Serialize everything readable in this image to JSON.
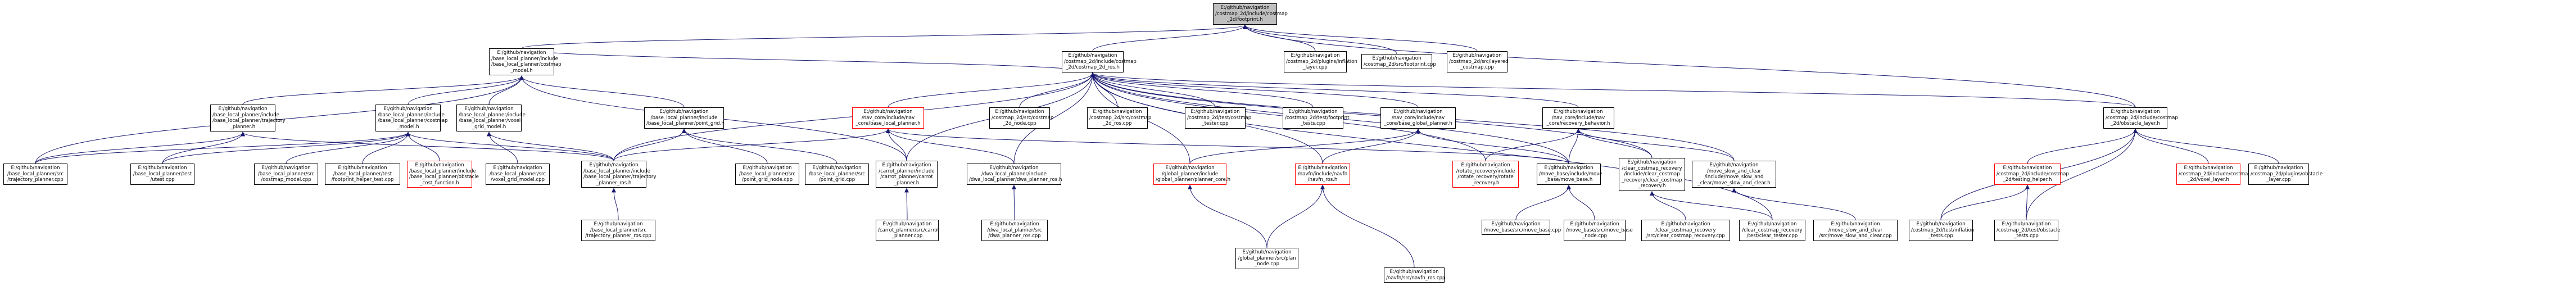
{
  "colors": {
    "edge": "#191970",
    "edge_secondary": "#000000",
    "node_border": "#000000",
    "node_border_missing": "#ff0000",
    "root_fill": "#bfbfbf"
  },
  "nodes": {
    "root": [
      "E:/github/navigation",
      "/costmap_2d/include/costmap",
      "_2d/footprint.h"
    ],
    "blp_model": [
      "E:/github/navigation",
      "/base_local_planner/include",
      "/base_local_planner/costmap",
      "_model.h"
    ],
    "cm_costmap_2d_ros": [
      "E:/github/navigation",
      "/costmap_2d/include/costmap",
      "_2d/costmap_2d_ros.h"
    ],
    "inflation_layer_cpp": [
      "E:/github/navigation",
      "/costmap_2d/plugins/inflation",
      "_layer.cpp"
    ],
    "footprint_cpp": [
      "E:/github/navigation",
      "/costmap_2d/src/footprint.cpp"
    ],
    "layered_costmap_cpp": [
      "E:/github/navigation",
      "/costmap_2d/src/layered",
      "_costmap.cpp"
    ],
    "blp_trajectory_planner_h": [
      "E:/github/navigation",
      "/base_local_planner/include",
      "/base_local_planner/trajectory",
      "_planner.h"
    ],
    "blp_costmap_model_h": [
      "E:/github/navigation",
      "/base_local_planner/include",
      "/base_local_planner/costmap",
      "_model.h"
    ],
    "blp_local_grid_model_h": [
      "E:/github/navigation",
      "/base_local_planner/include",
      "/base_local_planner/voxel",
      "_grid_model.h"
    ],
    "blp_point_grid_h": [
      "E:/github/navigation",
      "/base_local_planner/include",
      "/base_local_planner/point_grid.h"
    ],
    "nav_core_base_local_planner_h": [
      "E:/github/navigation",
      "/nav_core/include/nav",
      "_core/base_local_planner.h"
    ],
    "cm_costmap_2d_node_cpp": [
      "E:/github/navigation",
      "/costmap_2d/src/costmap",
      "_2d_node.cpp"
    ],
    "cm_costmap_2d_ros_cpp": [
      "E:/github/navigation",
      "/costmap_2d/src/costmap",
      "_2d_ros.cpp"
    ],
    "cm_tester_cpp": [
      "E:/github/navigation",
      "/costmap_2d/test/costmap",
      "_tester.cpp"
    ],
    "cm_footprint_tests_cpp": [
      "E:/github/navigation",
      "/costmap_2d/test/footprint",
      "_tests.cpp"
    ],
    "nav_core_base_global_planner_h": [
      "E:/github/navigation",
      "/nav_core/include/nav",
      "_core/base_global_planner.h"
    ],
    "nav_core_recovery_behavior_h": [
      "E:/github/navigation",
      "/nav_core/include/nav",
      "_core/recovery_behavior.h"
    ],
    "cm_obstacle_layer_h": [
      "E:/github/navigation",
      "/costmap_2d/include/costmap",
      "_2d/obstacle_layer.h"
    ],
    "blp_trajectory_planner_cpp": [
      "E:/github/navigation",
      "/base_local_planner/src",
      "/trajectory_planner.cpp"
    ],
    "blp_test_utest_cpp": [
      "E:/github/navigation",
      "/base_local_planner/test",
      "/utest.cpp"
    ],
    "blp_costmap_model_cpp": [
      "E:/github/navigation",
      "/base_local_planner/src",
      "/costmap_model.cpp"
    ],
    "blp_footprint_helper_test_cpp": [
      "E:/github/navigation",
      "/base_local_planner/test",
      "/footprint_helper_test.cpp"
    ],
    "blp_obstacle_cost_function_h": [
      "E:/github/navigation",
      "/base_local_planner/include",
      "/base_local_planner/obstacle",
      "_cost_function.h"
    ],
    "blp_trajectory_planner_ros_h": [
      "E:/github/navigation",
      "/base_local_planner/include",
      "/base_local_planner/trajectory",
      "_planner_ros.h"
    ],
    "blp_voxel_grid_model_cpp": [
      "E:/github/navigation",
      "/base_local_planner/src",
      "/voxel_grid_model.cpp"
    ],
    "blp_point_grid_node_cpp": [
      "E:/github/navigation",
      "/base_local_planner/src",
      "/point_grid_node.cpp"
    ],
    "blp_point_grid_cpp": [
      "E:/github/navigation",
      "/base_local_planner/src",
      "/point_grid.cpp"
    ],
    "carrot_planner_h": [
      "E:/github/navigation",
      "/carrot_planner/include",
      "/carrot_planner/carrot",
      "_planner.h"
    ],
    "dwa_local_planner_ros_h": [
      "E:/github/navigation",
      "/dwa_local_planner/include",
      "/dwa_local_planner/dwa_planner_ros.h"
    ],
    "global_planner_core_h": [
      "E:/github/navigation",
      "/global_planner/include",
      "/global_planner/planner_core.h"
    ],
    "navfn_ros_h": [
      "E:/github/navigation",
      "/navfn/include/navfn",
      "/navfn_ros.h"
    ],
    "clear_costmap_recovery_h": [
      "E:/github/navigation",
      "/clear_costmap_recovery",
      "/include/clear_costmap",
      "_recovery/clear_costmap",
      "_recovery.h"
    ],
    "rotate_recovery_h": [
      "E:/github/navigation",
      "/rotate_recovery/include",
      "/rotate_recovery/rotate",
      "_recovery.h"
    ],
    "move_base_h": [
      "E:/github/navigation",
      "/move_base/include/move",
      "_base/move_base.h"
    ],
    "move_slow_and_clear_h": [
      "E:/github/navigation",
      "/move_slow_and_clear",
      "/include/move_slow_and",
      "_clear/move_slow_and_clear.h"
    ],
    "cm_inflation_layer_h": [
      "E:/github/navigation",
      "/costmap_2d/include/costmap",
      "_2d/testing_helper.h"
    ],
    "cm_plugins_obstacle_layer_cpp": [
      "E:/github/navigation",
      "/costmap_2d/plugins/obstacle",
      "_layer.cpp"
    ],
    "cm_voxel_layer_h": [
      "E:/github/navigation",
      "/costmap_2d/include/costmap",
      "_2d/voxel_layer.h"
    ],
    "blp_trajectory_planner_ros_cpp": [
      "E:/github/navigation",
      "/base_local_planner/src",
      "/trajectory_planner_ros.cpp"
    ],
    "carrot_planner_cpp": [
      "E:/github/navigation",
      "/carrot_planner/src/carrot",
      "_planner.cpp"
    ],
    "dwa_local_planner_ros_cpp": [
      "E:/github/navigation",
      "/dwa_local_planner/src",
      "/dwa_planner_ros.cpp"
    ],
    "global_planner_plan_node_cpp": [
      "E:/github/navigation",
      "/global_planner/src/plan",
      "_node.cpp"
    ],
    "navfn_ros_cpp": [
      "E:/github/navigation",
      "/navfn/src/navfn_ros.cpp"
    ],
    "move_base_cpp": [
      "E:/github/navigation",
      "/move_base/src/move_base.cpp"
    ],
    "move_base_node_cpp": [
      "E:/github/navigation",
      "/move_base/src/move_base",
      "_node.cpp"
    ],
    "clear_costmap_recovery_cpp": [
      "E:/github/navigation",
      "/clear_costmap_recovery",
      "/src/clear_costmap_recovery.cpp"
    ],
    "clear_tester_cpp": [
      "E:/github/navigation",
      "/clear_costmap_recovery",
      "/test/clear_tester.cpp"
    ],
    "move_slow_and_clear_cpp": [
      "E:/github/navigation",
      "/move_slow_and_clear",
      "/src/move_slow_and_clear.cpp"
    ],
    "inflation_tests_cpp": [
      "E:/github/navigation",
      "/costmap_2d/test/inflation",
      "_tests.cpp"
    ],
    "obstacle_tests_cpp": [
      "E:/github/navigation",
      "/costmap_2d/test/obstacle",
      "_tests.cpp"
    ]
  },
  "edges": [
    [
      "blp_model",
      "root"
    ],
    [
      "cm_costmap_2d_ros",
      "root"
    ],
    [
      "inflation_layer_cpp",
      "root"
    ],
    [
      "footprint_cpp",
      "root"
    ],
    [
      "layered_costmap_cpp",
      "root"
    ],
    [
      "cm_obstacle_layer_h",
      "root"
    ],
    [
      "blp_trajectory_planner_h",
      "blp_model"
    ],
    [
      "blp_costmap_model_h",
      "blp_model"
    ],
    [
      "blp_local_grid_model_h",
      "blp_model"
    ],
    [
      "blp_point_grid_h",
      "blp_model"
    ],
    [
      "blp_trajectory_planner_cpp",
      "blp_model"
    ],
    [
      "carrot_planner_h",
      "blp_model"
    ],
    [
      "nav_core_base_local_planner_h",
      "cm_costmap_2d_ros"
    ],
    [
      "cm_costmap_2d_node_cpp",
      "cm_costmap_2d_ros"
    ],
    [
      "cm_costmap_2d_ros_cpp",
      "cm_costmap_2d_ros"
    ],
    [
      "cm_tester_cpp",
      "cm_costmap_2d_ros"
    ],
    [
      "cm_footprint_tests_cpp",
      "cm_costmap_2d_ros"
    ],
    [
      "nav_core_base_global_planner_h",
      "cm_costmap_2d_ros"
    ],
    [
      "nav_core_recovery_behavior_h",
      "cm_costmap_2d_ros"
    ],
    [
      "cm_obstacle_layer_h",
      "cm_costmap_2d_ros"
    ],
    [
      "blp_model",
      "cm_costmap_2d_ros"
    ],
    [
      "move_base_h",
      "cm_costmap_2d_ros"
    ],
    [
      "clear_costmap_recovery_h",
      "cm_costmap_2d_ros"
    ],
    [
      "move_slow_and_clear_h",
      "cm_costmap_2d_ros"
    ],
    [
      "rotate_recovery_h",
      "cm_costmap_2d_ros"
    ],
    [
      "carrot_planner_h",
      "cm_costmap_2d_ros"
    ],
    [
      "blp_trajectory_planner_ros_h",
      "cm_costmap_2d_ros"
    ],
    [
      "global_planner_core_h",
      "cm_costmap_2d_ros"
    ],
    [
      "navfn_ros_h",
      "cm_costmap_2d_ros"
    ],
    [
      "dwa_local_planner_ros_h",
      "cm_costmap_2d_ros"
    ],
    [
      "blp_trajectory_planner_cpp",
      "blp_trajectory_planner_h"
    ],
    [
      "blp_test_utest_cpp",
      "blp_trajectory_planner_h"
    ],
    [
      "blp_trajectory_planner_ros_h",
      "blp_trajectory_planner_h"
    ],
    [
      "blp_costmap_model_cpp",
      "blp_costmap_model_h"
    ],
    [
      "blp_footprint_helper_test_cpp",
      "blp_costmap_model_h"
    ],
    [
      "blp_obstacle_cost_function_h",
      "blp_costmap_model_h"
    ],
    [
      "blp_trajectory_planner_ros_h",
      "blp_costmap_model_h"
    ],
    [
      "blp_test_utest_cpp",
      "blp_costmap_model_h"
    ],
    [
      "blp_trajectory_planner_cpp",
      "blp_costmap_model_h"
    ],
    [
      "blp_voxel_grid_model_cpp",
      "blp_local_grid_model_h"
    ],
    [
      "blp_trajectory_planner_ros_h",
      "blp_local_grid_model_h"
    ],
    [
      "blp_point_grid_node_cpp",
      "blp_point_grid_h"
    ],
    [
      "blp_point_grid_cpp",
      "blp_point_grid_h"
    ],
    [
      "blp_trajectory_planner_ros_h",
      "blp_point_grid_h"
    ],
    [
      "blp_trajectory_planner_ros_h",
      "nav_core_base_local_planner_h"
    ],
    [
      "carrot_planner_h",
      "nav_core_base_local_planner_h"
    ],
    [
      "dwa_local_planner_ros_h",
      "nav_core_base_local_planner_h"
    ],
    [
      "move_base_h",
      "nav_core_base_local_planner_h"
    ],
    [
      "global_planner_core_h",
      "nav_core_base_global_planner_h"
    ],
    [
      "navfn_ros_h",
      "nav_core_base_global_planner_h"
    ],
    [
      "move_base_h",
      "nav_core_base_global_planner_h"
    ],
    [
      "clear_costmap_recovery_h",
      "nav_core_recovery_behavior_h"
    ],
    [
      "rotate_recovery_h",
      "nav_core_recovery_behavior_h"
    ],
    [
      "move_slow_and_clear_h",
      "nav_core_recovery_behavior_h"
    ],
    [
      "move_base_h",
      "nav_core_recovery_behavior_h"
    ],
    [
      "cm_inflation_layer_h",
      "cm_obstacle_layer_h"
    ],
    [
      "cm_plugins_obstacle_layer_cpp",
      "cm_obstacle_layer_h"
    ],
    [
      "cm_voxel_layer_h",
      "cm_obstacle_layer_h"
    ],
    [
      "inflation_tests_cpp",
      "cm_obstacle_layer_h"
    ],
    [
      "obstacle_tests_cpp",
      "cm_obstacle_layer_h"
    ],
    [
      "blp_trajectory_planner_ros_cpp",
      "blp_trajectory_planner_ros_h"
    ],
    [
      "carrot_planner_cpp",
      "carrot_planner_h"
    ],
    [
      "dwa_local_planner_ros_cpp",
      "dwa_local_planner_ros_h"
    ],
    [
      "global_planner_plan_node_cpp",
      "global_planner_core_h"
    ],
    [
      "navfn_ros_cpp",
      "navfn_ros_h"
    ],
    [
      "global_planner_plan_node_cpp",
      "navfn_ros_h"
    ],
    [
      "move_base_cpp",
      "move_base_h"
    ],
    [
      "move_base_node_cpp",
      "move_base_h"
    ],
    [
      "clear_costmap_recovery_cpp",
      "clear_costmap_recovery_h"
    ],
    [
      "clear_tester_cpp",
      "clear_costmap_recovery_h"
    ],
    [
      "move_slow_and_clear_cpp",
      "move_slow_and_clear_h"
    ],
    [
      "inflation_tests_cpp",
      "cm_inflation_layer_h"
    ],
    [
      "obstacle_tests_cpp",
      "cm_inflation_layer_h"
    ],
    [
      "clear_tester_cpp",
      "cm_costmap_2d_ros"
    ]
  ]
}
